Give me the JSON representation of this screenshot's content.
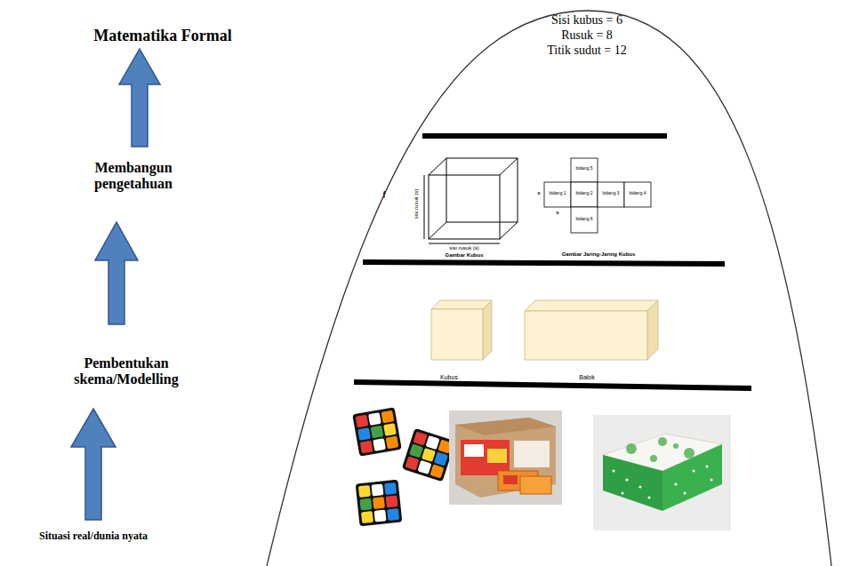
{
  "diagram": {
    "labels": [
      "Matematika Formal",
      "Sisi kubus = 6",
      "Rusuk = 8",
      "Titik sudut = 12",
      "Membangun pengetahuan",
      "f",
      "sisi rusuk (s)",
      "sisi rusuk (s)",
      "Gambar Kubus",
      "bidang 5",
      "s",
      "bidang 1",
      "bidang 2",
      "bidang 3",
      "bidang 4",
      "s",
      "bidang 6",
      "Gambar Jaring-Jaring Kubus",
      "Pembentukan skema/Modelling",
      "Kubus",
      "Balok",
      "Situasi real/dunia nyata"
    ]
  }
}
